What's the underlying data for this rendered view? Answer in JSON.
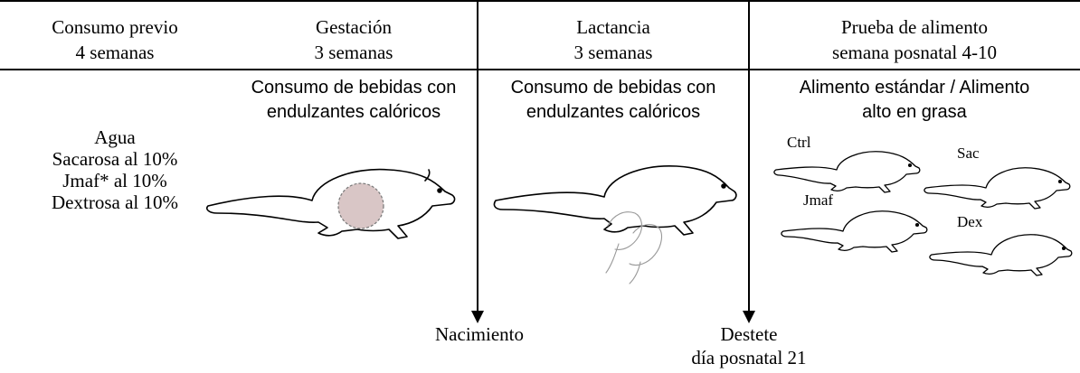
{
  "phases": [
    {
      "title": "Consumo previo",
      "duration": "4 semanas",
      "content": "",
      "items": [
        "Agua",
        "Sacarosa al 10%",
        "Jmaf* al 10%",
        "Dextrosa al 10%"
      ]
    },
    {
      "title": "Gestación",
      "duration": "3 semanas",
      "content_line1": "Consumo de bebidas con",
      "content_line2": "endulzantes calóricos"
    },
    {
      "title": "Lactancia",
      "duration": "3 semanas",
      "content_line1": "Consumo de bebidas con",
      "content_line2": "endulzantes calóricos"
    },
    {
      "title": "Prueba de alimento",
      "duration": "semana posnatal 4-10",
      "content_line1": "Alimento estándar / Alimento",
      "content_line2": "alto en grasa"
    }
  ],
  "groups": [
    "Ctrl",
    "Sac",
    "Jmaf",
    "Dex"
  ],
  "events": {
    "birth": "Nacimiento",
    "weaning": "Destete",
    "weaning_day": "día posnatal 21"
  }
}
